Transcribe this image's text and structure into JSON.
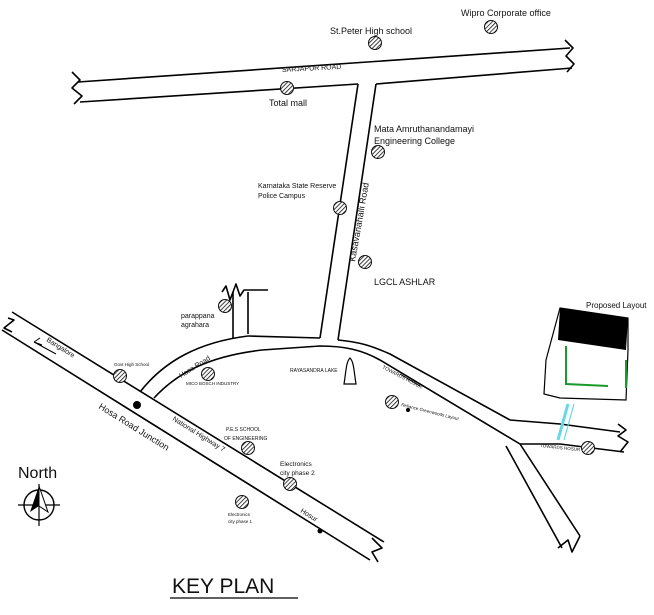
{
  "title": "KEY PLAN",
  "north_label": "North",
  "roads": {
    "sarjapur": "SARJAPUR  ROAD",
    "kasavanahalli": "Kasavanahalli Road",
    "hosa": "Hosa Road",
    "bangalore": "Bangalore",
    "hosa_junction": "Hosa Road Junction",
    "nh7": "National Highway 7",
    "hosur": "Hosur",
    "towards_hosur_1": "TOWARDS HOSUR",
    "towards_hosur_2": "TOWARDS HOSUR"
  },
  "landmarks": {
    "st_peter": "St.Peter High school",
    "wipro": "Wipro Corporate office",
    "total_mall": "Total mall",
    "mata_1": "Mata Amruthanandamayi",
    "mata_2": "Engineering College",
    "ksrp_1": "Karnataka State Reserve",
    "ksrp_2": "Police Campus",
    "lgcl": "LGCL ASHLAR",
    "parappana_1": "parappana",
    "parappana_2": "agrahara",
    "govt_school": "Govt High School",
    "mico": "MICO BOSCH INDUSTRY",
    "rayasandra": "RAYASANDRA LAKE",
    "reliance": "Reliance Greenwoods Layout",
    "pes_1": "P.E.S SCHOOL",
    "pes_2": "OF ENGINEERING",
    "ecity2_1": "Electronics",
    "ecity2_2": "city phase 2",
    "ecity1_1": "Electronics",
    "ecity1_2": "city phase 1",
    "proposed": "Proposed Layout"
  },
  "colors": {
    "road": "#000000",
    "marker": "#333333",
    "layout_block": "#000000",
    "layout_green": "#1a9a2a",
    "connector": "#66d8e8"
  }
}
